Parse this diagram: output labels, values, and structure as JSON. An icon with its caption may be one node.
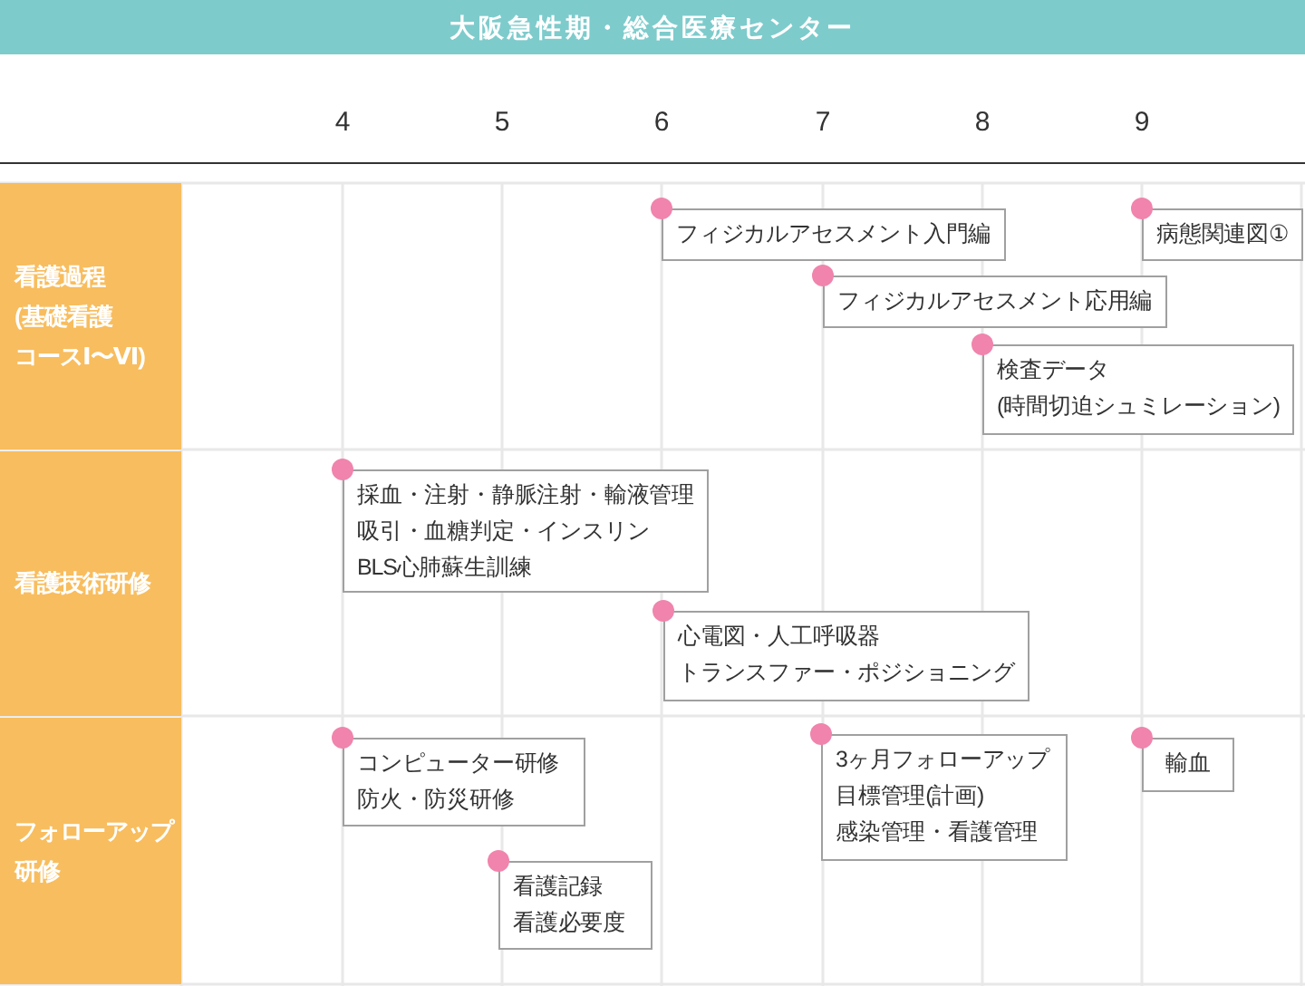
{
  "diagram": {
    "title": "大阪急性期・総合医療センター",
    "nodes": [
      {
        "text": [
          "看護過程(基礎看護コースⅠ〜Ⅵ)"
        ]
      },
      {
        "text": [
          "フィジカルアセスメント入門編"
        ]
      },
      {
        "text": [
          "病態関連図①"
        ]
      },
      {
        "text": [
          "フィジカルアセスメント応用編"
        ]
      },
      {
        "text": [
          "検査データ",
          "(時間切迫シュミレーション)"
        ]
      },
      {
        "text": [
          "看護技術研修"
        ]
      },
      {
        "text": [
          "採血・注射・静脈注射・輸液管理",
          "吸引・血糖判定・インスリン",
          "BLS心肺蘇生訓練"
        ]
      },
      {
        "text": [
          "心電図・人工呼吸器",
          "トランスファー・ポジショニング"
        ]
      },
      {
        "text": [
          "フォローアップ研修"
        ]
      },
      {
        "text": [
          "コンピューター研修",
          "防火・防災研修"
        ]
      },
      {
        "text": [
          "3ヶ月フォローアップ",
          "目標管理(計画)",
          "感染管理・看護管理"
        ]
      },
      {
        "text": [
          "輸血"
        ]
      },
      {
        "text": [
          "看護記録",
          "看護必要度"
        ]
      }
    ],
    "labels": [
      "4",
      "5",
      "6",
      "7",
      "8",
      "9"
    ]
  }
}
